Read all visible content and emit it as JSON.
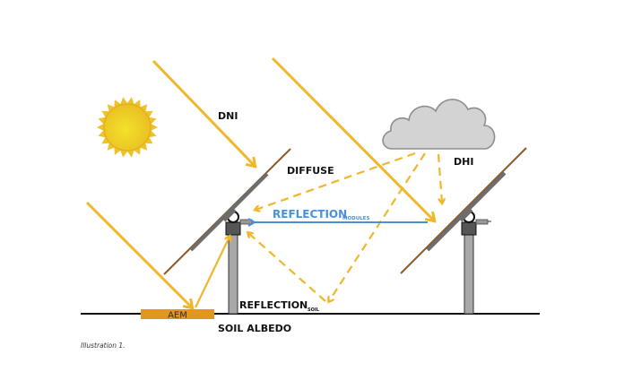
{
  "diagram": {
    "title": "Solar irradiance components on bifacial tracker modules",
    "labels": {
      "dni": "DNI",
      "diffuse": "DIFFUSE",
      "dhi": "DHI",
      "reflection_modules_main": "REFLECTION",
      "reflection_modules_sub": "MODULES",
      "reflection_soil_main": "REFLECTION",
      "reflection_soil_sub": "SOIL",
      "soil_albedo": "SOIL ALBEDO",
      "aem": "AEM"
    },
    "caption": "Illustration 1.",
    "colors": {
      "ray": "#f0b72a",
      "reflection_modules": "#4a90d9",
      "aem_pad": "#e0961f",
      "ground": "#111111",
      "cloud_fill": "#d3d3d3",
      "cloud_stroke": "#8e8e8e",
      "sun_core": "#f2d324",
      "sun_rays": "#f0c22a",
      "module_edge": "#8a5a2e",
      "module_glass": "#6d6d6d",
      "post": "#a8a8a8"
    },
    "elements": [
      {
        "name": "sun",
        "kind": "light-source"
      },
      {
        "name": "cloud",
        "kind": "diffuser"
      },
      {
        "name": "tracker-left",
        "kind": "bifacial-tracker"
      },
      {
        "name": "tracker-right",
        "kind": "bifacial-tracker"
      },
      {
        "name": "aem-pad",
        "kind": "albedo-enhancing-material"
      },
      {
        "name": "ground",
        "kind": "surface"
      }
    ],
    "rays": [
      {
        "name": "dni-ray-left",
        "type": "direct",
        "style": "solid"
      },
      {
        "name": "dni-ray-right",
        "type": "direct",
        "style": "solid"
      },
      {
        "name": "ground-ray",
        "type": "direct",
        "style": "solid"
      },
      {
        "name": "aem-reflect-ray",
        "type": "reflected",
        "style": "solid"
      },
      {
        "name": "diffuse-ray-to-left-module",
        "type": "diffuse",
        "style": "dashed"
      },
      {
        "name": "diffuse-ray-to-soil",
        "type": "diffuse",
        "style": "dashed"
      },
      {
        "name": "diffuse-ray-down",
        "type": "diffuse",
        "style": "dashed"
      },
      {
        "name": "soil-reflect-ray",
        "type": "reflected",
        "style": "dashed"
      },
      {
        "name": "module-reflection-ray",
        "type": "reflected",
        "style": "solid-blue"
      }
    ]
  }
}
